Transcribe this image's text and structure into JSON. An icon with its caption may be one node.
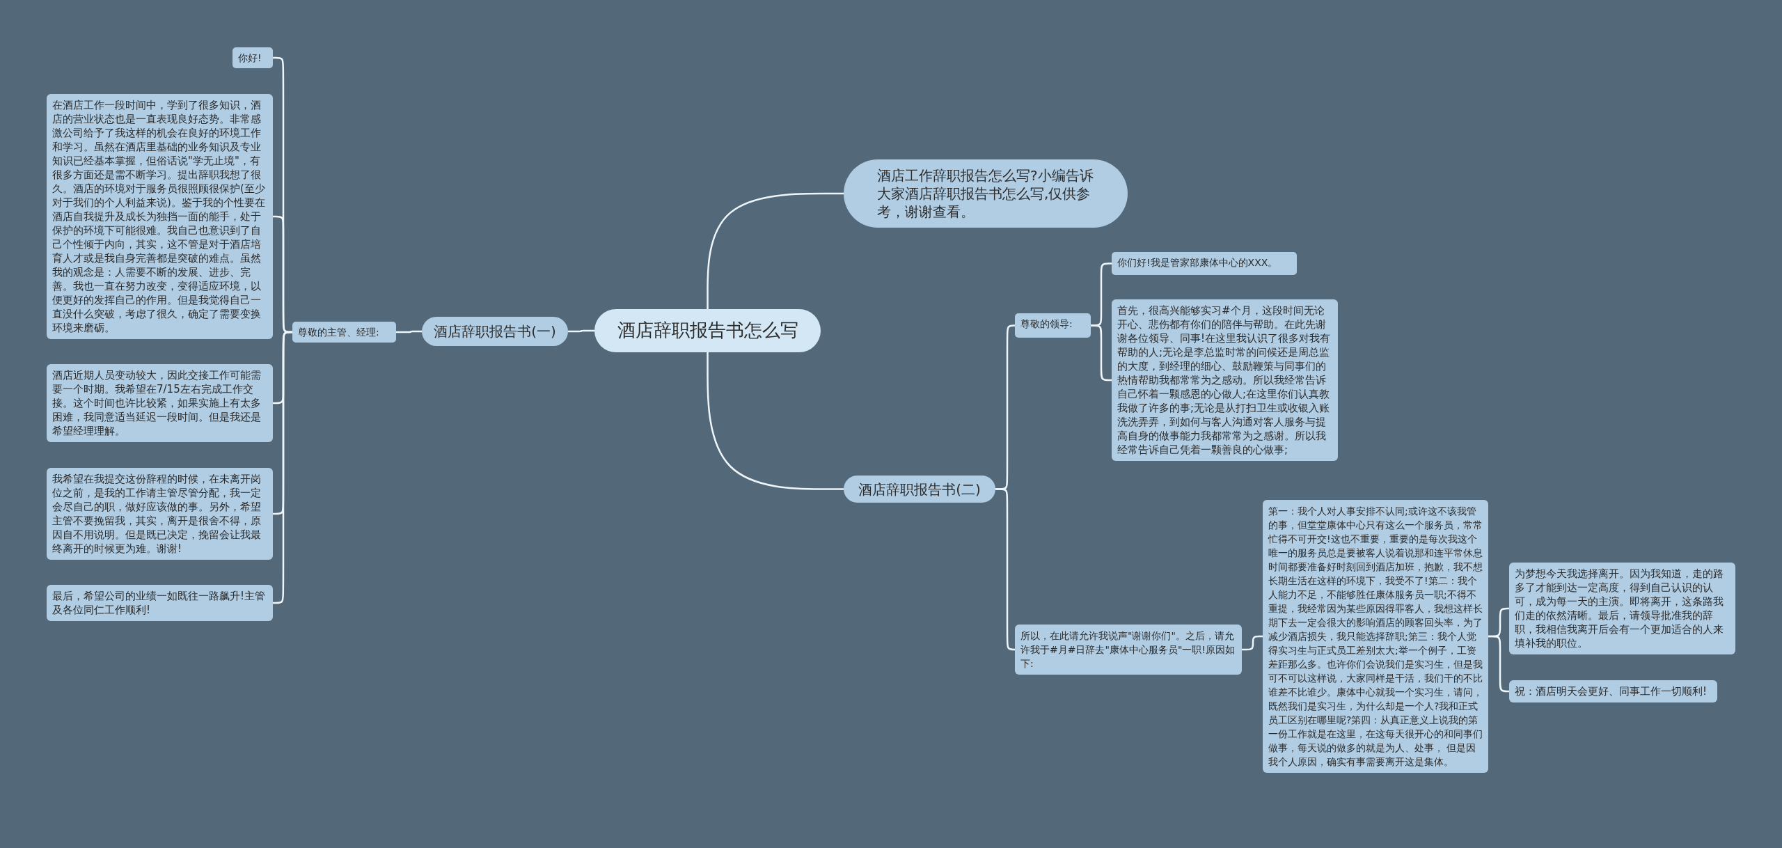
{
  "diagram": {
    "nodes": [
      {
        "text": [
          "酒店辞职报告书怎么写"
        ]
      },
      {
        "text": [
          "酒店工作辞职报告怎么写?小编告诉大家酒店辞职报告书怎么写,仅供参考，谢谢查看。"
        ]
      },
      {
        "text": [
          "酒店辞职报告书(一)"
        ]
      },
      {
        "text": [
          "尊敬的主管、经理:"
        ]
      },
      {
        "text": [
          "你好!"
        ]
      },
      {
        "text": [
          "在酒店工作一段时间中，学到了很多知识，酒店的营业状态也是一直表现良好态势。非常感激公司给予了我这样的机会在良好的环境工作和学习。虽然在酒店里基础的业务知识及专业知识已经基本掌握，但俗话说\"学无止境\"，有很多方面还是需不断学习。提出辞职我想了很久。酒店的环境对于服务员很照顾很保护(至少对于我们的个人利益来说)。鉴于我的个性要在酒店自我提升及成长为独挡一面的能手，处于保护的环境下可能很难。我自己也意识到了自己个性倾于内向，其实，这不管是对于酒店培育人才或是我自身完善都是突破的难点。虽然我的观念是：人需要不断的发展、进步、完善。我也一直在努力改变，变得适应环境，以便更好的发挥自己的作用。但是我觉得自己一直没什么突破，考虑了很久，确定了需要变换环境来磨砺。"
        ]
      },
      {
        "text": [
          "酒店近期人员变动较大，因此交接工作可能需要一个时期。我希望在7/15左右完成工作交接。这个时间也许比较紧，如果实施上有太多困难，我同意适当延迟一段时间。但是我还是希望经理理解。"
        ]
      },
      {
        "text": [
          "我希望在我提交这份辞程的时候，在未离开岗位之前，是我的工作请主管尽管分配，我一定会尽自己的职，做好应该做的事。另外，希望主管不要挽留我，其实，离开是很舍不得，原因自不用说明。但是既已决定，挽留会让我最终离开的时候更为难。谢谢!"
        ]
      },
      {
        "text": [
          "最后，希望公司的业绩一如既往一路飙升!主管及各位同仁工作顺利!"
        ]
      },
      {
        "text": [
          "酒店辞职报告书(二)"
        ]
      },
      {
        "text": [
          "尊敬的领导:"
        ]
      },
      {
        "text": [
          "你们好!我是管家部康体中心的XXX。"
        ]
      },
      {
        "text": [
          "首先，很高兴能够实习#个月，这段时间无论开心、悲伤都有你们的陪伴与帮助。在此先谢谢各位领导、同事!在这里我认识了很多对我有帮助的人;无论是李总监时常的问候还是周总监的大度，到经理的细心、鼓励鞭策与同事们的热情帮助我都常常为之感动。所以我经常告诉自己怀着一颗感恩的心做人;在这里你们认真教我做了许多的事;无论是从打扫卫生或收银入账洗洗弄弄，到如何与客人沟通对客人服务与提高自身的做事能力我都常常为之感谢。所以我经常告诉自己凭着一颗善良的心做事;"
        ]
      },
      {
        "text": [
          "所以，在此请允许我说声\"谢谢你们\"。之后，请允许我于#月#日辞去\"康体中心服务员\"一职!原因如下:"
        ]
      },
      {
        "text": [
          "第一：我个人对人事安排不认同;或许这不该我管的事，但堂堂康体中心只有这么一个服务员，常常忙得不可开交!这也不重要，重要的是每次我这个唯一的服务员总是要被客人说着说那和连平常休息时间都要准备好时刻回到酒店加班，抱歉，我不想长期生活在这样的环境下，我受不了!第二：我个人能力不足，不能够胜任康体服务员一职;不得不重提，我经常因为某些原因得罪客人，我想这样长期下去一定会很大的影响酒店的顾客回头率，为了减少酒店损失，我只能选择辞职;第三：我个人觉得实习生与正式员工差别太大;举一个例子，工资差距那么多。也许你们会说我们是实习生，但是我可不可以这样说，大家同样是干活，我们干的不比谁差不比谁少。康体中心就我一个实习生，请问，既然我们是实习生，为什么却是一个人?我和正式员工区别在哪里呢?第四：从真正意义上说我的第一份工作就是在这里，在这每天很开心的和同事们做事，每天说的做多的就是为人、处事， 但是因我个人原因，确实有事需要离开这是集体。"
        ]
      },
      {
        "text": [
          "为梦想今天我选择离开。因为我知道，走的路多了才能到达一定高度，得到自己认识的认可，成为每一天的主演。即将离开，这条路我们走的依然清晰。最后，请领导批准我的辞职，我相信我离开后会有一个更加适合的人来填补我的职位。"
        ]
      },
      {
        "text": [
          "祝：酒店明天会更好、同事工作一切顺利!"
        ]
      }
    ],
    "edges": [
      {
        "from": 0,
        "to": 1,
        "arrow": "none"
      },
      {
        "from": 0,
        "to": 2,
        "arrow": "none"
      },
      {
        "from": 0,
        "to": 9,
        "arrow": "none"
      },
      {
        "from": 2,
        "to": 3,
        "arrow": "none"
      },
      {
        "from": 3,
        "to": 4,
        "arrow": "none"
      },
      {
        "from": 3,
        "to": 5,
        "arrow": "none"
      },
      {
        "from": 3,
        "to": 6,
        "arrow": "none"
      },
      {
        "from": 3,
        "to": 7,
        "arrow": "none"
      },
      {
        "from": 3,
        "to": 8,
        "arrow": "none"
      },
      {
        "from": 9,
        "to": 10,
        "arrow": "none"
      },
      {
        "from": 9,
        "to": 13,
        "arrow": "none"
      },
      {
        "from": 10,
        "to": 11,
        "arrow": "none"
      },
      {
        "from": 10,
        "to": 12,
        "arrow": "none"
      },
      {
        "from": 13,
        "to": 14,
        "arrow": "none"
      },
      {
        "from": 14,
        "to": 15,
        "arrow": "none"
      },
      {
        "from": 14,
        "to": 16,
        "arrow": "none"
      }
    ]
  }
}
